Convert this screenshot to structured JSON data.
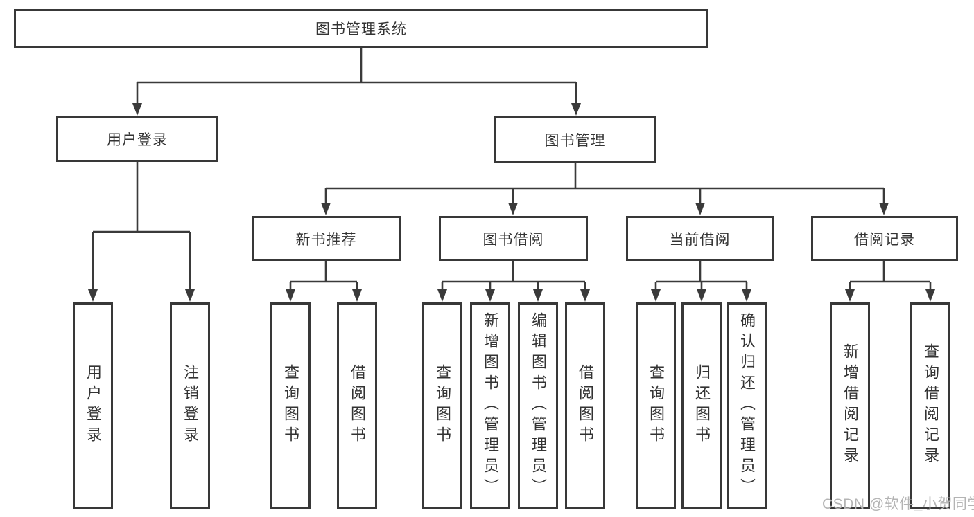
{
  "tree": {
    "label": "图书管理系统",
    "children": [
      {
        "label": "用户登录",
        "children": [
          {
            "label": "用户登录"
          },
          {
            "label": "注销登录"
          }
        ]
      },
      {
        "label": "图书管理",
        "children": [
          {
            "label": "新书推荐",
            "children": [
              {
                "label": "查询图书"
              },
              {
                "label": "借阅图书"
              }
            ]
          },
          {
            "label": "图书借阅",
            "children": [
              {
                "label": "查询图书"
              },
              {
                "label": "新增图书（管理员）"
              },
              {
                "label": "编辑图书（管理员）"
              },
              {
                "label": "借阅图书"
              }
            ]
          },
          {
            "label": "当前借阅",
            "children": [
              {
                "label": "查询图书"
              },
              {
                "label": "归还图书"
              },
              {
                "label": "确认归还（管理员）"
              }
            ]
          },
          {
            "label": "借阅记录",
            "children": [
              {
                "label": "新增借阅记录"
              },
              {
                "label": "查询借阅记录"
              }
            ]
          }
        ]
      }
    ]
  },
  "watermark": {
    "text": "CSDN @软件_小贺同学"
  },
  "colors": {
    "line": "#3a3a3a",
    "border": "#383838",
    "text": "#333333",
    "watermark": "#b4b4b4"
  }
}
